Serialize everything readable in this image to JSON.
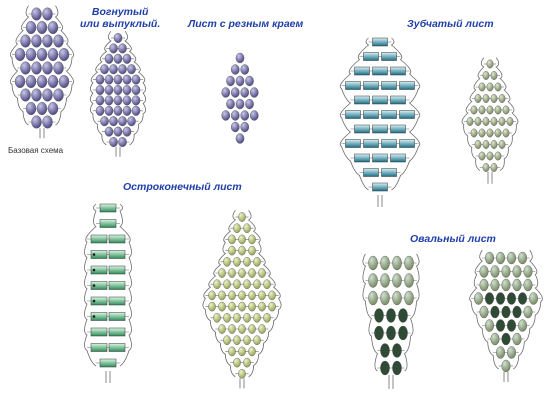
{
  "titles": {
    "base_caption": "Базовая схема",
    "concave_convex": "Вогнутый\nили выпуклый.",
    "carved_edge": "Лист с резным краем",
    "toothed": "Зубчатый лист",
    "pointed": "Остроконечный лист",
    "oval": "Овальный лист"
  },
  "colors": {
    "title_text": "#1f3fa8",
    "wire": "#6b6b6b",
    "bead_purple_light": "#c9c6e8",
    "bead_purple_dark": "#3e3a78",
    "bead_teal_light": "#d8f1f6",
    "bead_teal_dark": "#1a6f86",
    "bead_sage_light": "#dfe8cf",
    "bead_sage_dark": "#6d7f57",
    "bead_mint_light": "#d9f7e3",
    "bead_mint_dark": "#2f8c5a",
    "bead_olive_light": "#eef3c9",
    "bead_olive_dark": "#8c9a4a",
    "bead_forest_light": "#cfe0cf",
    "bead_forest_dark": "#2f4a35",
    "bead_black": "#1a1a1a"
  },
  "diagrams": [
    {
      "id": "base",
      "shape": "oval-beads",
      "rows": [
        2,
        3,
        4,
        5,
        4,
        5,
        4,
        3,
        2
      ]
    },
    {
      "id": "concave",
      "shape": "oval-beads",
      "rows": [
        1,
        2,
        3,
        4,
        5,
        5,
        5,
        5,
        4,
        3,
        2
      ]
    },
    {
      "id": "carved",
      "shape": "oval-beads",
      "rows": [
        1,
        2,
        3,
        4,
        3,
        4,
        2,
        1
      ]
    },
    {
      "id": "toothed-bugle",
      "shape": "bugle-beads",
      "rows": [
        1,
        2,
        3,
        4,
        3,
        4,
        3,
        4,
        3,
        2,
        1
      ]
    },
    {
      "id": "toothed-seed",
      "shape": "small-beads",
      "rows": [
        1,
        2,
        3,
        4,
        5,
        6,
        5,
        4,
        3,
        2
      ]
    },
    {
      "id": "pointed-bugle",
      "shape": "bugle-beads",
      "rows": [
        1,
        1,
        2,
        2,
        2,
        2,
        2,
        2,
        2,
        2,
        1
      ]
    },
    {
      "id": "pointed-seed",
      "shape": "small-beads",
      "rows": [
        1,
        2,
        3,
        3,
        4,
        5,
        6,
        7,
        7,
        6,
        5,
        4,
        3,
        2,
        1
      ]
    },
    {
      "id": "oval-1",
      "shape": "oval-beads",
      "rows": [
        4,
        4,
        4,
        3,
        3,
        2,
        2
      ]
    },
    {
      "id": "oval-2",
      "shape": "oval-beads",
      "rows": [
        4,
        5,
        5,
        6,
        5,
        4,
        3,
        2,
        1
      ]
    }
  ]
}
